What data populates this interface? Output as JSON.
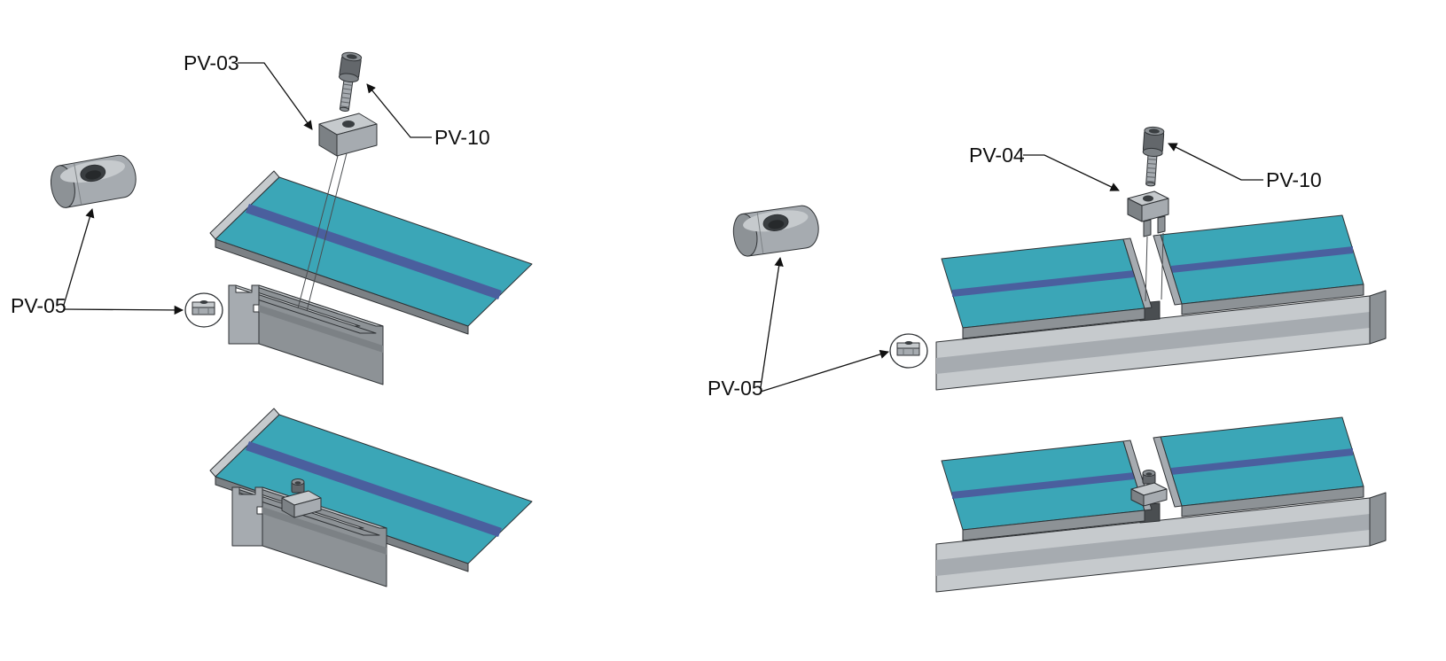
{
  "diagram": {
    "left_view": {
      "callouts": {
        "end_clamp": "PV-03",
        "allen_bolt": "PV-10",
        "channel_nut": "PV-05"
      }
    },
    "right_view": {
      "callouts": {
        "mid_clamp": "PV-04",
        "allen_bolt": "PV-10",
        "channel_nut": "PV-05"
      }
    },
    "colors": {
      "panel_teal": "#3BA6B7",
      "panel_stripe_blue": "#4A5F9E",
      "metal_light": "#C6CACD",
      "metal_mid": "#A6ABB0",
      "metal_shadow": "#8D9296",
      "metal_dark": "#7C8185",
      "outline": "#2F3235",
      "label_text": "#0F0F0F",
      "background": "#FFFFFF"
    }
  }
}
